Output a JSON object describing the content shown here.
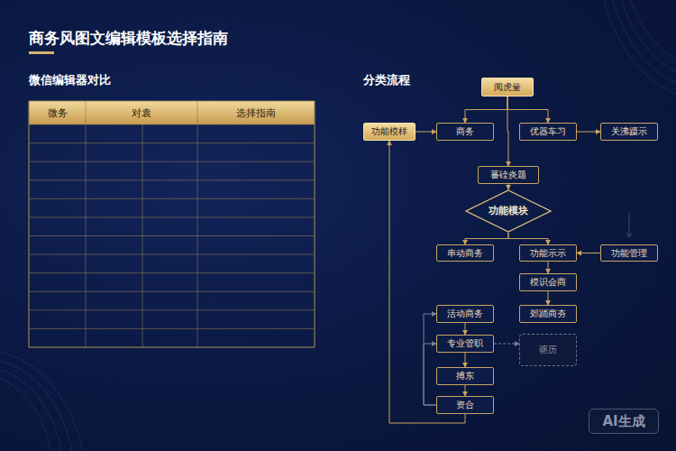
{
  "diagram": {
    "title": "商务风图文编辑模板选择指南",
    "nodes": [
      {
        "text": [
          "阅虎量"
        ]
      },
      {
        "text": [
          "功能模样"
        ]
      },
      {
        "text": [
          "商务"
        ]
      },
      {
        "text": [
          "优器车习"
        ]
      },
      {
        "text": [
          "关沸蹑示"
        ]
      },
      {
        "text": [
          "蕃硂炎题"
        ]
      },
      {
        "text": [
          "功能模块"
        ]
      },
      {
        "text": [
          "串动商务"
        ]
      },
      {
        "text": [
          "功能示示"
        ]
      },
      {
        "text": [
          "功能管理"
        ]
      },
      {
        "text": [
          "模识会商"
        ]
      },
      {
        "text": [
          "郊踊商夯"
        ]
      },
      {
        "text": [
          "活动商务"
        ]
      },
      {
        "text": [
          "专业管职"
        ]
      },
      {
        "text": [
          "驱历"
        ]
      },
      {
        "text": [
          "搏东"
        ]
      },
      {
        "text": [
          "资合"
        ]
      }
    ],
    "edges": [
      {
        "from": 0,
        "to": 2,
        "arrow": "to"
      },
      {
        "from": 0,
        "to": 3,
        "arrow": "to"
      },
      {
        "from": 1,
        "to": 2,
        "arrow": "to"
      },
      {
        "from": 3,
        "to": 4,
        "arrow": "to"
      },
      {
        "from": 0,
        "to": 5,
        "arrow": "to"
      },
      {
        "from": 5,
        "to": 6,
        "arrow": "to"
      },
      {
        "from": 6,
        "to": 7,
        "arrow": "to"
      },
      {
        "from": 6,
        "to": 8,
        "arrow": "to"
      },
      {
        "from": 9,
        "to": 8,
        "arrow": "to"
      },
      {
        "from": 8,
        "to": 10,
        "arrow": "to"
      },
      {
        "from": 10,
        "to": 11,
        "arrow": "to"
      },
      {
        "from": 12,
        "to": 13,
        "arrow": "to"
      },
      {
        "from": 13,
        "to": 15,
        "arrow": "to"
      },
      {
        "from": 15,
        "to": 16,
        "arrow": "to"
      },
      {
        "from": 13,
        "to": 14,
        "arrow": "to"
      },
      {
        "from": 16,
        "to": 1,
        "arrow": "to"
      },
      {
        "from": 16,
        "to": 12,
        "arrow": "to"
      },
      {
        "from": 16,
        "to": 13,
        "arrow": "to"
      }
    ],
    "labels": [
      "微信编辑器对比",
      "分类流程",
      "微务",
      "对袁",
      "选择指南",
      "AI生成"
    ]
  }
}
